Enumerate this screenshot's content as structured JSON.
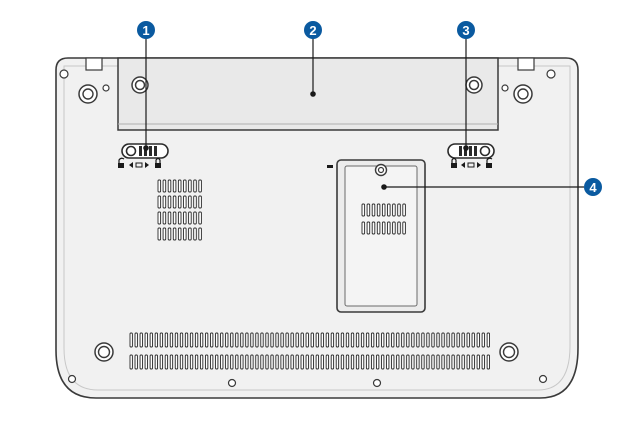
{
  "callouts": [
    {
      "number": "1",
      "color": "#0a5aa0"
    },
    {
      "number": "2",
      "color": "#0a5aa0"
    },
    {
      "number": "3",
      "color": "#0a5aa0"
    },
    {
      "number": "4",
      "color": "#0a5aa0"
    }
  ],
  "colors": {
    "outline": "#3a3a3a",
    "panel_fill": "#f1f1f1",
    "panel_shade": "#e4e4e4",
    "leader": "#1a1a1a"
  }
}
